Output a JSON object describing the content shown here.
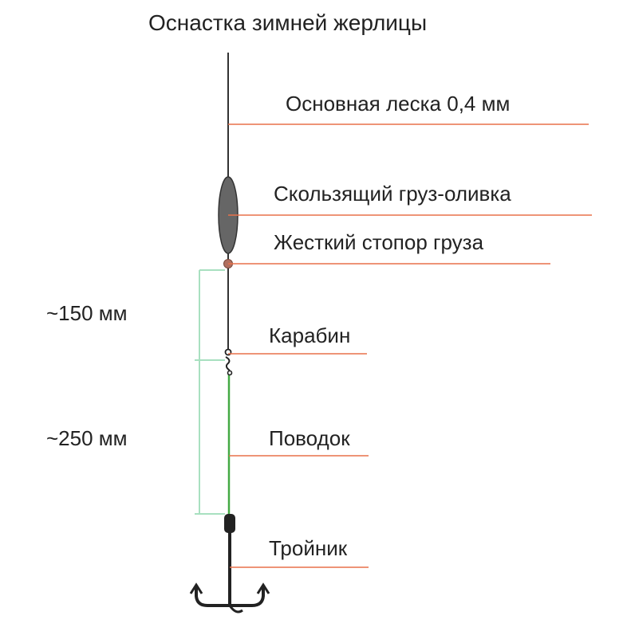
{
  "title": "Оснастка зимней жерлицы",
  "labels": {
    "main_line": "Основная леска 0,4 мм",
    "sinker": "Скользящий груз-оливка",
    "stopper": "Жесткий стопор груза",
    "swivel": "Карабин",
    "leader": "Поводок",
    "treble_hook": "Тройник"
  },
  "dimensions": {
    "upper": "~150 мм",
    "lower": "~250 мм"
  },
  "colors": {
    "main_line": "#333333",
    "leader_line": "#44aa44",
    "pointer_line": "#e8704a",
    "dimension_line": "#a8e0c0",
    "sinker_fill": "#666666",
    "stopper_fill": "#b07060",
    "hook": "#222222",
    "text": "#222222"
  }
}
